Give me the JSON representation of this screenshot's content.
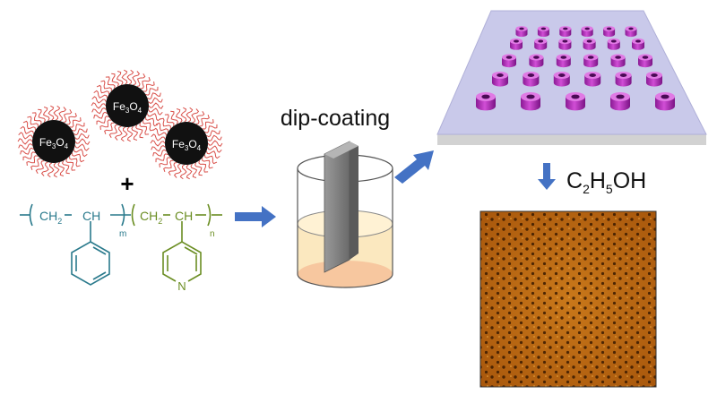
{
  "nanoparticles": {
    "formula_base": "Fe",
    "sub1": "3",
    "formula_mid": "O",
    "sub2": "4"
  },
  "plus": "+",
  "polymer": {
    "ch2": "CH",
    "ch2_sub": "2",
    "ch": "CH",
    "sub_m": "m",
    "sub_n": "n",
    "nitrogen": "N"
  },
  "dip_coating_label": "dip-coating",
  "solvent_label": {
    "c": "C",
    "c_sub": "2",
    "h": "H",
    "h_sub": "5",
    "oh": "OH"
  },
  "colors": {
    "styrene": "#2a7a8c",
    "pyridine": "#6b8e23",
    "arrow": "#4472c4",
    "substrate_top": "#c7c7ea",
    "pillar": "#c23cc8"
  }
}
